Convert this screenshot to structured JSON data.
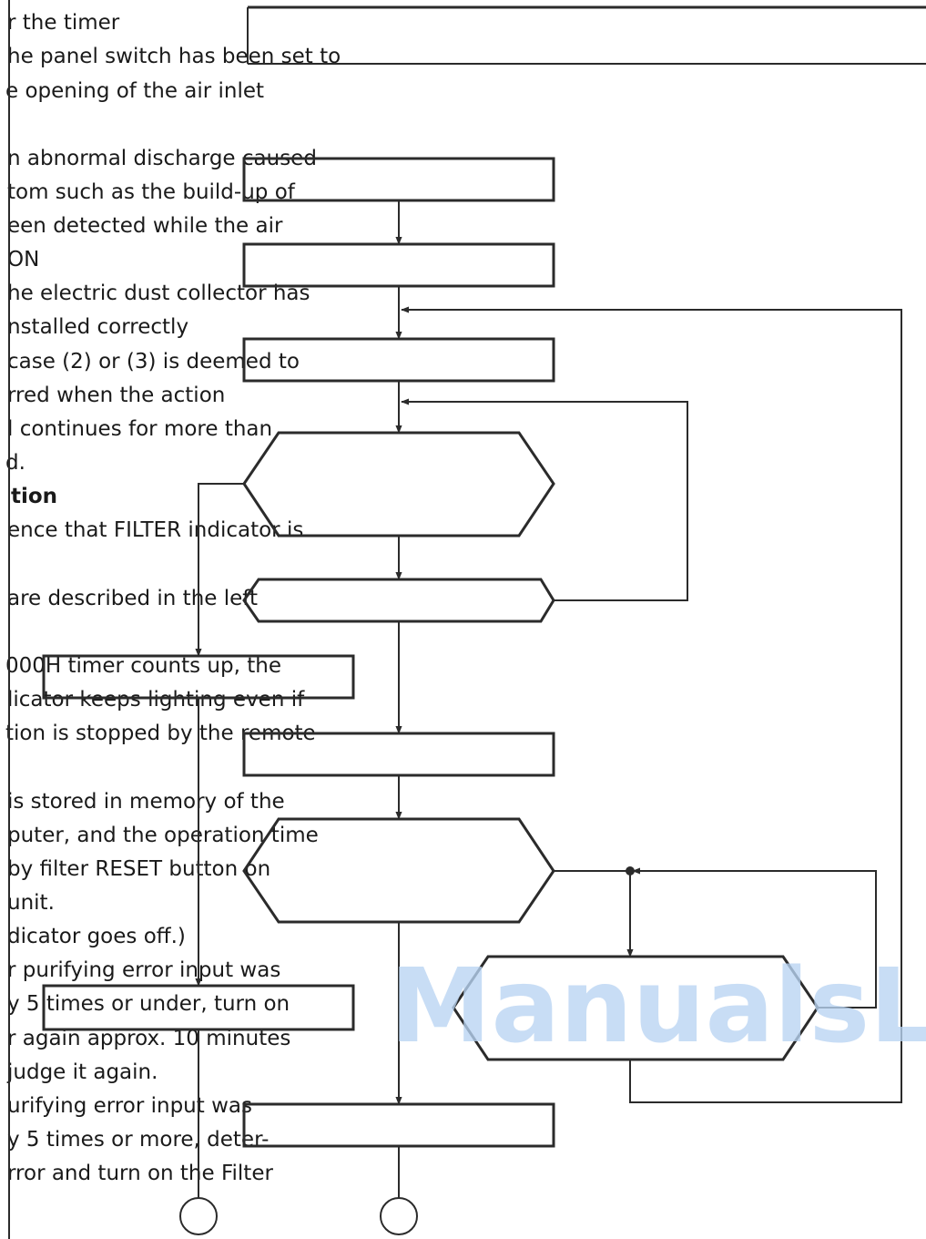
{
  "text_lines": [
    "r the timer",
    "he panel switch has been set to",
    "e opening of the air inlet",
    "",
    "n abnormal discharge caused",
    "tom such as the build-up of",
    "een detected while the air",
    "ON",
    "he electric dust collector has",
    "nstalled correctly",
    "case (2) or (3) is deemed to",
    "rred when the action",
    "l continues for more than",
    "d.",
    "tion",
    "ence that FILTER indicator is",
    "",
    "are described in the left",
    "",
    "000H timer counts up, the",
    "licator keeps lighting even if",
    "tion is stopped by the remote",
    "",
    "is stored in memory of the",
    "puter, and the operation time",
    "by filter RESET button on",
    "unit.",
    "dicator goes off.)",
    "r purifying error input was",
    "y 5 times or under, turn on",
    "r again approx. 10 minutes",
    "judge it again.",
    "urifying error input was",
    "y 5 times or more, deter-",
    "rror and turn on the Filter"
  ],
  "bold_line_index": 14,
  "watermark": "ManualsLib",
  "colors": {
    "line": "#2b2b2b",
    "text": "#1a1a1a",
    "watermark": "#b9d4f3",
    "background": "#ffffff"
  }
}
